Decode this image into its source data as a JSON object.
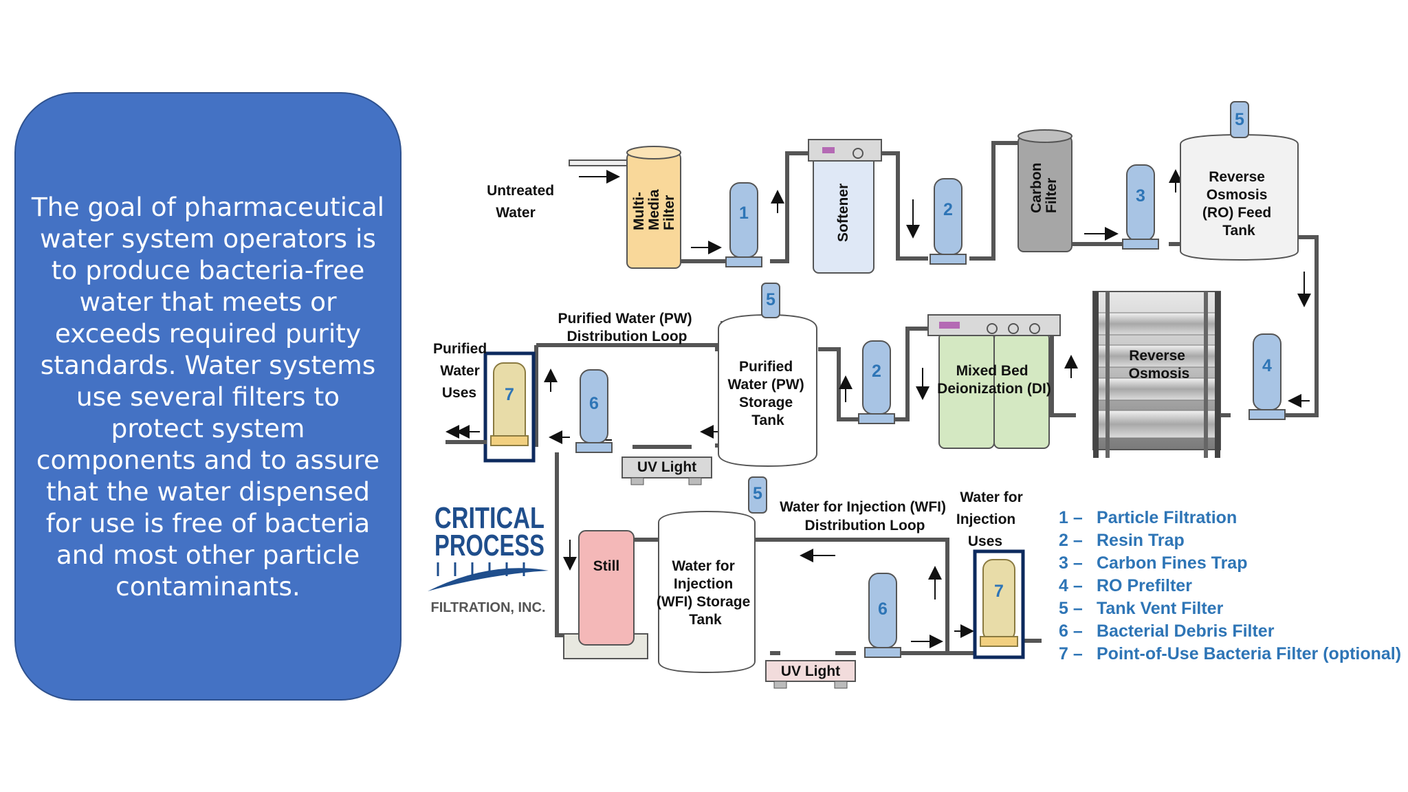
{
  "description_text": "The goal of pharmaceutical water system operators is to produce bacteria-free water that meets or exceeds required purity standards. Water systems use several filters to protect system components and to assure that the water dispensed for use is free of bacteria and most other particle contaminants.",
  "colors": {
    "box_fill": "#4472c4",
    "legend_blue": "#2e75b6",
    "filter_blue": "#a8c4e4",
    "pou_highlight": "#0d2a5e"
  },
  "labels": {
    "untreated_water": [
      "Untreated",
      "Water"
    ],
    "multimedia_filter": [
      "Multi-",
      "Media",
      "Filter"
    ],
    "softener": "Softener",
    "carbon_filter": [
      "Carbon",
      "Filter"
    ],
    "ro_feed_tank": [
      "Reverse",
      "Osmosis",
      "(RO) Feed",
      "Tank"
    ],
    "reverse_osmosis": [
      "Reverse",
      "Osmosis"
    ],
    "mixed_bed_di": [
      "Mixed Bed",
      "Deionization (DI)"
    ],
    "pw_loop": [
      "Purified Water (PW)",
      "Distribution Loop"
    ],
    "pw_tank": [
      "Purified",
      "Water (PW)",
      "Storage",
      "Tank"
    ],
    "pw_uses": [
      "Purified",
      "Water",
      "Uses"
    ],
    "uv_light_1": "UV Light",
    "uv_light_2": "UV Light",
    "still": "Still",
    "wfi_tank": [
      "Water for",
      "Injection",
      "(WFI) Storage",
      "Tank"
    ],
    "wfi_loop": [
      "Water for Injection (WFI)",
      "Distribution Loop"
    ],
    "wfi_uses": [
      "Water for",
      "Injection",
      "Uses"
    ]
  },
  "logo": {
    "line1": "CRITICAL",
    "line2": "PROCESS",
    "line3": "FILTRATION, INC."
  },
  "filter_numbers": {
    "f1": "1",
    "f2a": "2",
    "f2b": "2",
    "f3": "3",
    "f4": "4",
    "f5a": "5",
    "f5b": "5",
    "f5c": "5",
    "f6a": "6",
    "f6b": "6",
    "f7a": "7",
    "f7b": "7"
  },
  "legend": [
    {
      "num": "1 –",
      "text": "Particle Filtration"
    },
    {
      "num": "2 –",
      "text": "Resin Trap"
    },
    {
      "num": "3 –",
      "text": "Carbon Fines Trap"
    },
    {
      "num": "4 –",
      "text": "RO Prefilter"
    },
    {
      "num": "5 –",
      "text": "Tank Vent Filter"
    },
    {
      "num": "6 –",
      "text": "Bacterial Debris Filter"
    },
    {
      "num": "7 –",
      "text": "Point-of-Use Bacteria Filter (optional)"
    }
  ]
}
